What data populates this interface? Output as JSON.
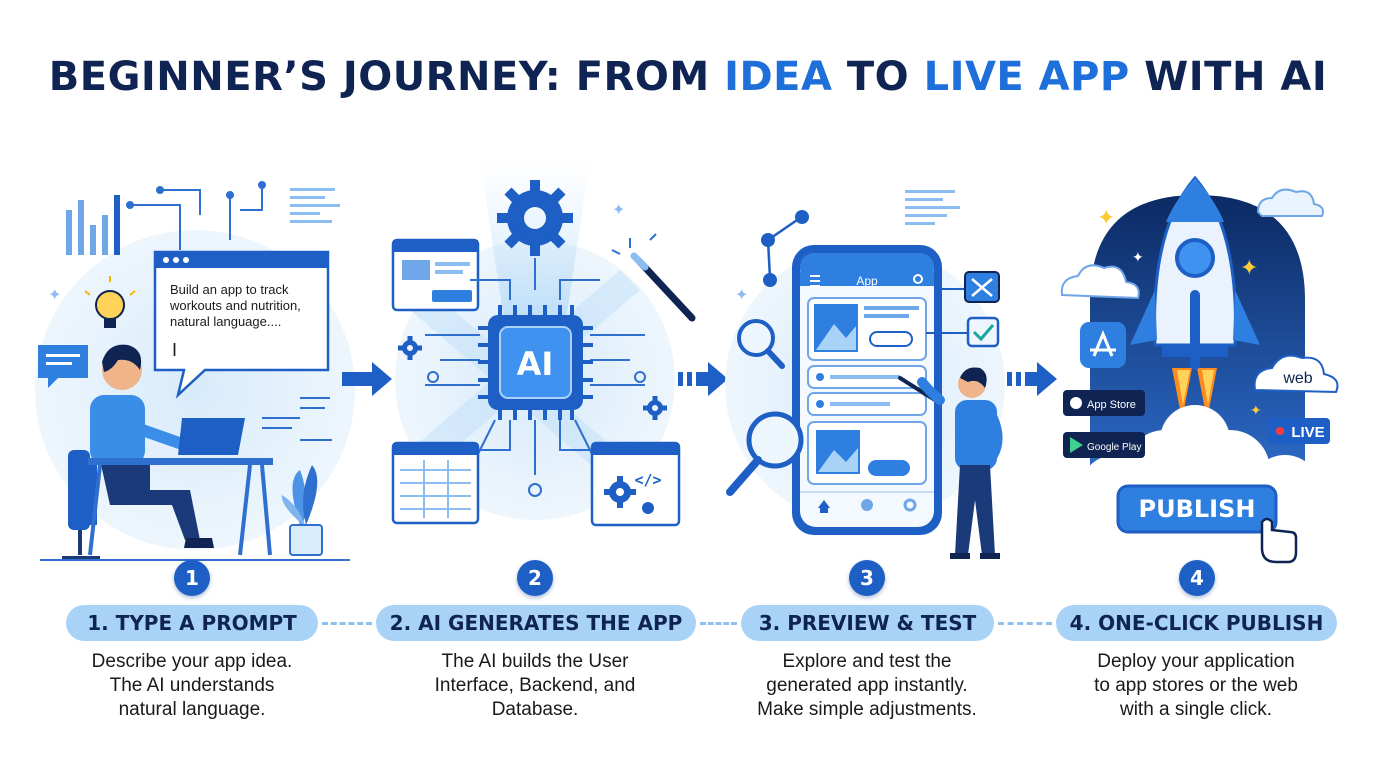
{
  "title": {
    "part1": "BEGINNER’S JOURNEY: FROM ",
    "idea": "IDEA",
    "part2": " TO ",
    "live_app": "LIVE APP",
    "part3": " WITH AI"
  },
  "steps": [
    {
      "num": "1",
      "label": "1. TYPE A PROMPT",
      "desc": [
        "Describe your app idea.",
        "The AI understands",
        "natural language."
      ]
    },
    {
      "num": "2",
      "label": "2. AI GENERATES THE APP",
      "desc": [
        "The AI builds the User",
        "Interface, Backend, and",
        "Database."
      ]
    },
    {
      "num": "3",
      "label": "3. PREVIEW & TEST",
      "desc": [
        "Explore and test the",
        "generated app instantly.",
        "Make simple adjustments."
      ]
    },
    {
      "num": "4",
      "label": "4. ONE-CLICK PUBLISH",
      "desc": [
        "Deploy your application",
        "to app stores or the web",
        "with a single click."
      ]
    }
  ],
  "scene": {
    "prompt_lines": [
      "Build an app to track",
      "workouts and nutrition,",
      "natural language...."
    ],
    "cursor": "I",
    "chip_label": "AI",
    "phone_title": "App",
    "code_symbol": "</>",
    "app_store": "App Store",
    "google_play": "Google Play",
    "web": "web",
    "live": "LIVE",
    "publish": "PUBLISH"
  },
  "colors": {
    "navy": "#0f2452",
    "accent": "#1e6fd9",
    "pill": "#a9d2f7",
    "badge": "#1d5fc4"
  }
}
